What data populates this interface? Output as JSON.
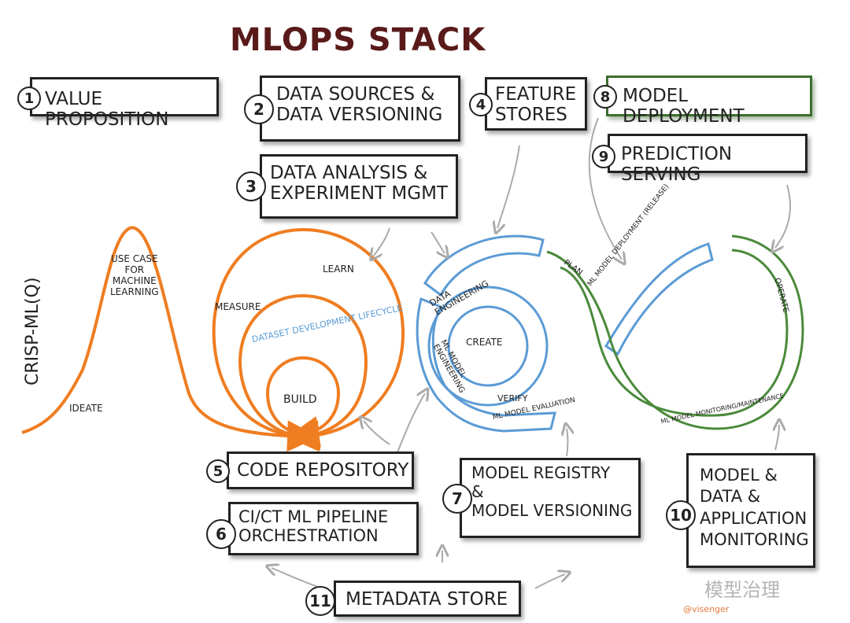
{
  "title": "MLOPS STACK",
  "side_label": "CRISP-ML(Q)",
  "components": [
    {
      "num": "1",
      "label": "VALUE PROPOSITION"
    },
    {
      "num": "2",
      "label": "DATA SOURCES &\nDATA VERSIONING"
    },
    {
      "num": "3",
      "label": "DATA ANALYSIS &\nEXPERIMENT MGMT"
    },
    {
      "num": "4",
      "label": "FEATURE\nSTORES"
    },
    {
      "num": "5",
      "label": "CODE REPOSITORY"
    },
    {
      "num": "6",
      "label": "CI/CT ML PIPELINE\nORCHESTRATION"
    },
    {
      "num": "7",
      "label": "MODEL REGISTRY\n&\nMODEL VERSIONING"
    },
    {
      "num": "8",
      "label": "MODEL DEPLOYMENT"
    },
    {
      "num": "9",
      "label": "PREDICTION SERVING"
    },
    {
      "num": "10",
      "label": "MODEL &\nDATA &\nAPPLICATION\nMONITORING"
    },
    {
      "num": "11",
      "label": "METADATA STORE"
    }
  ],
  "orange_labels": {
    "use_case": "USE CASE\nFOR\nMACHINE\nLEARNING",
    "ideate": "IDEATE",
    "measure": "MEASURE",
    "learn": "LEARN",
    "build": "BUILD",
    "dataset_lifecycle": "DATASET DEVELOPMENT LIFECYCLE"
  },
  "blue_labels": {
    "data_engineering": "DATA\nENGINEERING",
    "create": "CREATE",
    "ml_model_engineering": "ML MODEL\nENGINEERING",
    "verify": "VERIFY",
    "ml_model_evaluation": "ML MODEL EVALUATION",
    "ml_model_deployment": "ML MODEL DEPLOYMENT (RELEASE)"
  },
  "green_labels": {
    "plan": "PLAN",
    "operate": "OPERATE",
    "monitoring": "ML MODEL MONITORING/MAINTENANCE"
  },
  "colors": {
    "orange": "#ef7d21",
    "blue": "#5b9bd5",
    "green": "#4a8a3a",
    "title": "#5a1a1a"
  },
  "watermark": "模型治理",
  "credit": "@visenger"
}
